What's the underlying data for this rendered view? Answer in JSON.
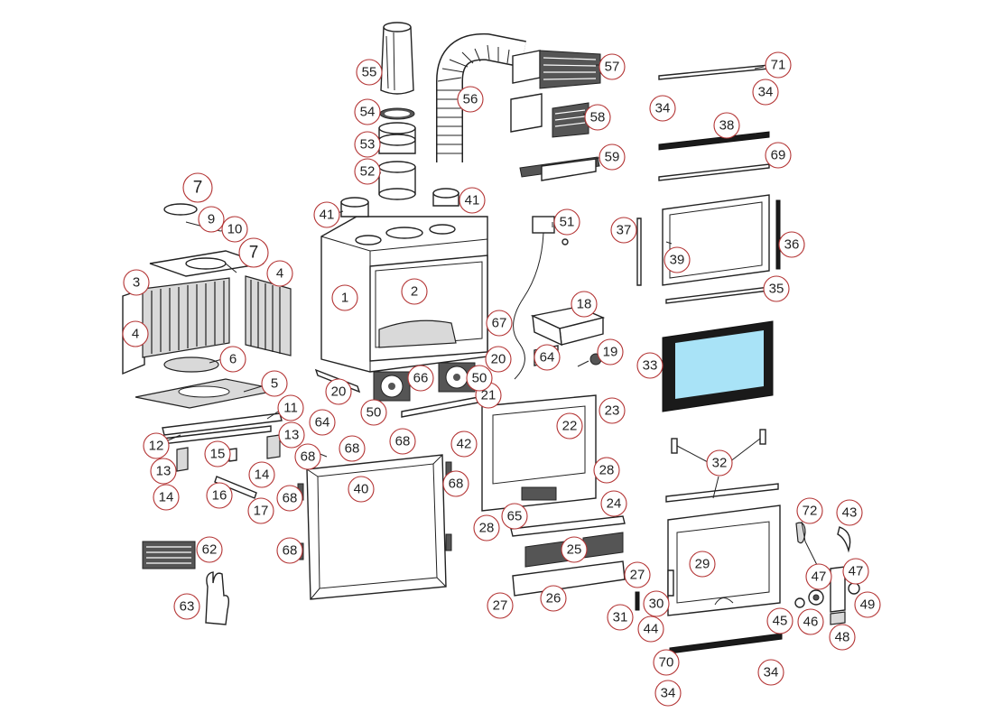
{
  "callouts": [
    {
      "id": "c1",
      "label": "1"
    },
    {
      "id": "c2",
      "label": "2"
    },
    {
      "id": "c3",
      "label": "3"
    },
    {
      "id": "c4a",
      "label": "4"
    },
    {
      "id": "c4b",
      "label": "4"
    },
    {
      "id": "c5",
      "label": "5"
    },
    {
      "id": "c6",
      "label": "6"
    },
    {
      "id": "c7a",
      "label": "7"
    },
    {
      "id": "c7b",
      "label": "7"
    },
    {
      "id": "c9",
      "label": "9"
    },
    {
      "id": "c10",
      "label": "10"
    },
    {
      "id": "c11",
      "label": "11"
    },
    {
      "id": "c12",
      "label": "12"
    },
    {
      "id": "c13a",
      "label": "13"
    },
    {
      "id": "c13b",
      "label": "13"
    },
    {
      "id": "c14a",
      "label": "14"
    },
    {
      "id": "c14b",
      "label": "14"
    },
    {
      "id": "c15",
      "label": "15"
    },
    {
      "id": "c16",
      "label": "16"
    },
    {
      "id": "c17",
      "label": "17"
    },
    {
      "id": "c18",
      "label": "18"
    },
    {
      "id": "c19",
      "label": "19"
    },
    {
      "id": "c20a",
      "label": "20"
    },
    {
      "id": "c20b",
      "label": "20"
    },
    {
      "id": "c21",
      "label": "21"
    },
    {
      "id": "c22",
      "label": "22"
    },
    {
      "id": "c23",
      "label": "23"
    },
    {
      "id": "c24",
      "label": "24"
    },
    {
      "id": "c25",
      "label": "25"
    },
    {
      "id": "c26",
      "label": "26"
    },
    {
      "id": "c27a",
      "label": "27"
    },
    {
      "id": "c27b",
      "label": "27"
    },
    {
      "id": "c28a",
      "label": "28"
    },
    {
      "id": "c28b",
      "label": "28"
    },
    {
      "id": "c29",
      "label": "29"
    },
    {
      "id": "c30",
      "label": "30"
    },
    {
      "id": "c31",
      "label": "31"
    },
    {
      "id": "c32",
      "label": "32"
    },
    {
      "id": "c33",
      "label": "33"
    },
    {
      "id": "c34a",
      "label": "34"
    },
    {
      "id": "c34b",
      "label": "34"
    },
    {
      "id": "c34c",
      "label": "34"
    },
    {
      "id": "c34d",
      "label": "34"
    },
    {
      "id": "c35",
      "label": "35"
    },
    {
      "id": "c36",
      "label": "36"
    },
    {
      "id": "c37",
      "label": "37"
    },
    {
      "id": "c38",
      "label": "38"
    },
    {
      "id": "c39",
      "label": "39"
    },
    {
      "id": "c40",
      "label": "40"
    },
    {
      "id": "c41a",
      "label": "41"
    },
    {
      "id": "c41b",
      "label": "41"
    },
    {
      "id": "c42",
      "label": "42"
    },
    {
      "id": "c43",
      "label": "43"
    },
    {
      "id": "c44",
      "label": "44"
    },
    {
      "id": "c45",
      "label": "45"
    },
    {
      "id": "c46",
      "label": "46"
    },
    {
      "id": "c47a",
      "label": "47"
    },
    {
      "id": "c47b",
      "label": "47"
    },
    {
      "id": "c48",
      "label": "48"
    },
    {
      "id": "c49",
      "label": "49"
    },
    {
      "id": "c50a",
      "label": "50"
    },
    {
      "id": "c50b",
      "label": "50"
    },
    {
      "id": "c51",
      "label": "51"
    },
    {
      "id": "c52",
      "label": "52"
    },
    {
      "id": "c53",
      "label": "53"
    },
    {
      "id": "c54",
      "label": "54"
    },
    {
      "id": "c55",
      "label": "55"
    },
    {
      "id": "c56",
      "label": "56"
    },
    {
      "id": "c57",
      "label": "57"
    },
    {
      "id": "c58",
      "label": "58"
    },
    {
      "id": "c59",
      "label": "59"
    },
    {
      "id": "c62",
      "label": "62"
    },
    {
      "id": "c63",
      "label": "63"
    },
    {
      "id": "c64a",
      "label": "64"
    },
    {
      "id": "c64b",
      "label": "64"
    },
    {
      "id": "c65",
      "label": "65"
    },
    {
      "id": "c66",
      "label": "66"
    },
    {
      "id": "c67",
      "label": "67"
    },
    {
      "id": "c68a",
      "label": "68"
    },
    {
      "id": "c68b",
      "label": "68"
    },
    {
      "id": "c68c",
      "label": "68"
    },
    {
      "id": "c68d",
      "label": "68"
    },
    {
      "id": "c68e",
      "label": "68"
    },
    {
      "id": "c68f",
      "label": "68"
    },
    {
      "id": "c69",
      "label": "69"
    },
    {
      "id": "c70",
      "label": "70"
    },
    {
      "id": "c71",
      "label": "71"
    },
    {
      "id": "c72",
      "label": "72"
    }
  ]
}
